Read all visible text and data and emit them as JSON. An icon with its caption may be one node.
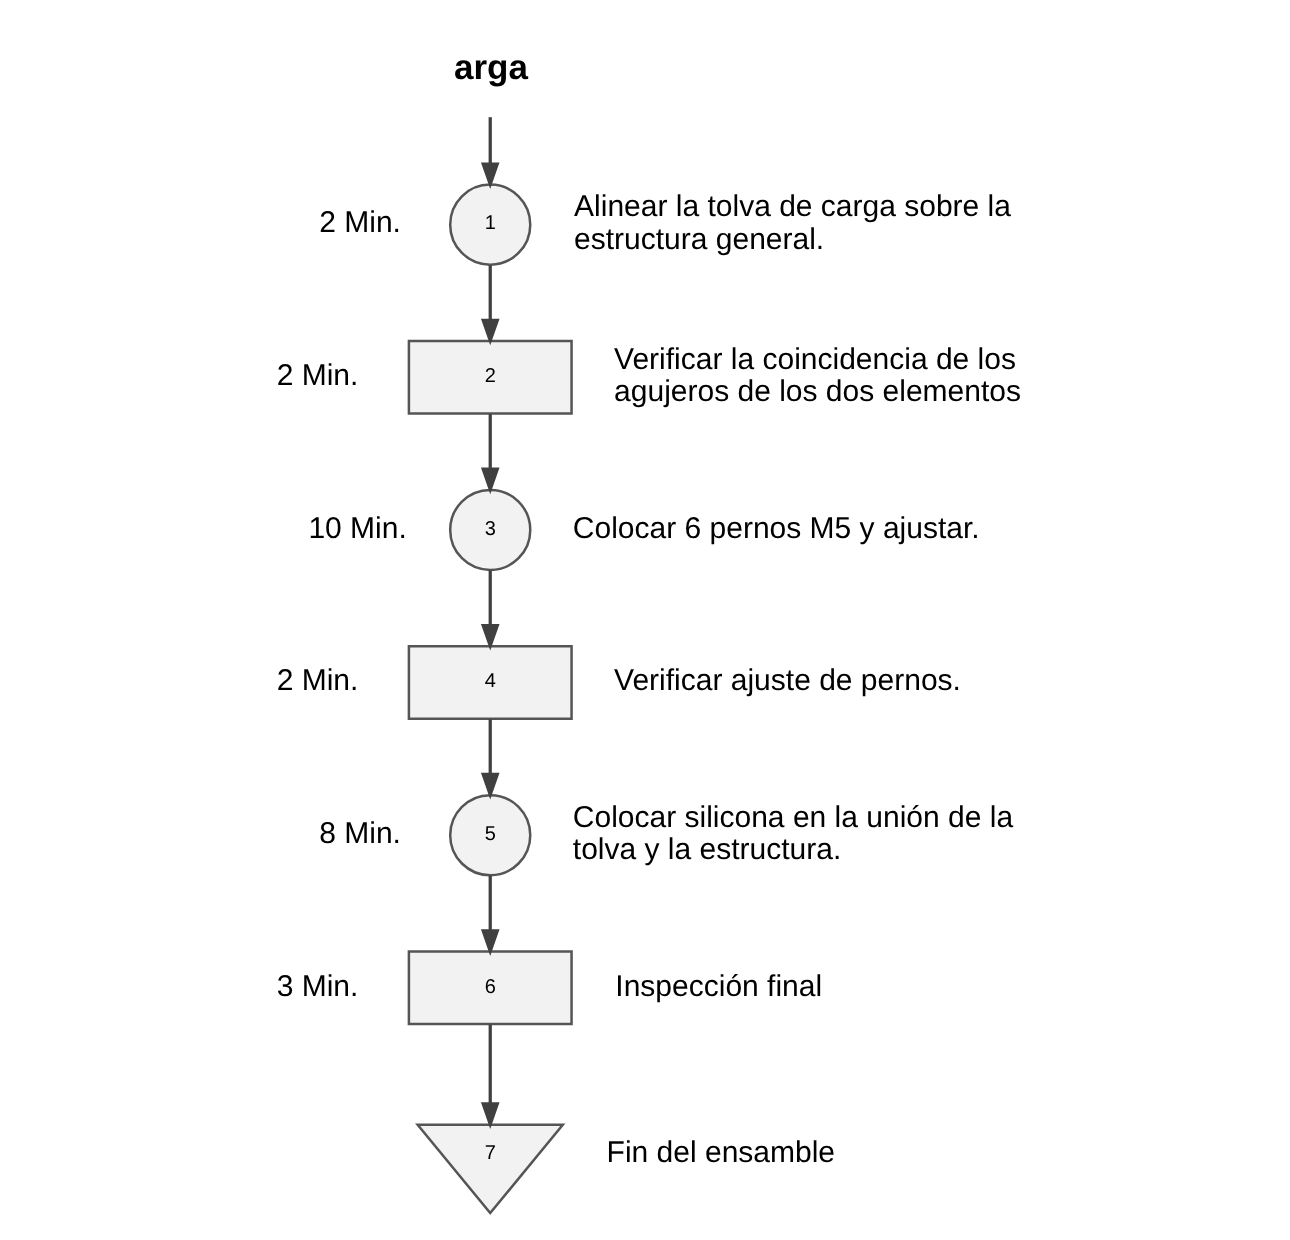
{
  "diagram": {
    "nodes": [
      {
        "text": [
          "arga"
        ]
      },
      {
        "text": [
          "1"
        ],
        "beside": [
          "2 Min.",
          "Alinear la tolva de carga sobre la estructura general."
        ]
      },
      {
        "text": [
          "2"
        ],
        "beside": [
          "2 Min.",
          "Verificar la coincidencia de los agujeros de los dos elementos"
        ]
      },
      {
        "text": [
          "3"
        ],
        "beside": [
          "10 Min.",
          "Colocar 6 pernos M5 y ajustar."
        ]
      },
      {
        "text": [
          "4"
        ],
        "beside": [
          "2 Min.",
          "Verificar ajuste de pernos."
        ]
      },
      {
        "text": [
          "5"
        ],
        "beside": [
          "8 Min.",
          "Colocar silicona en la unión de la tolva y la estructura."
        ]
      },
      {
        "text": [
          "6"
        ],
        "beside": [
          "3 Min.",
          "Inspección final"
        ]
      },
      {
        "text": [
          "7"
        ],
        "beside": [
          "Fin del ensamble"
        ]
      }
    ],
    "edges": [
      {
        "from": 0,
        "to": 1,
        "arrow": "to"
      },
      {
        "from": 1,
        "to": 2,
        "arrow": "to"
      },
      {
        "from": 2,
        "to": 3,
        "arrow": "to"
      },
      {
        "from": 3,
        "to": 4,
        "arrow": "to"
      },
      {
        "from": 4,
        "to": 5,
        "arrow": "to"
      },
      {
        "from": 5,
        "to": 6,
        "arrow": "to"
      },
      {
        "from": 6,
        "to": 7,
        "arrow": "to"
      }
    ]
  }
}
